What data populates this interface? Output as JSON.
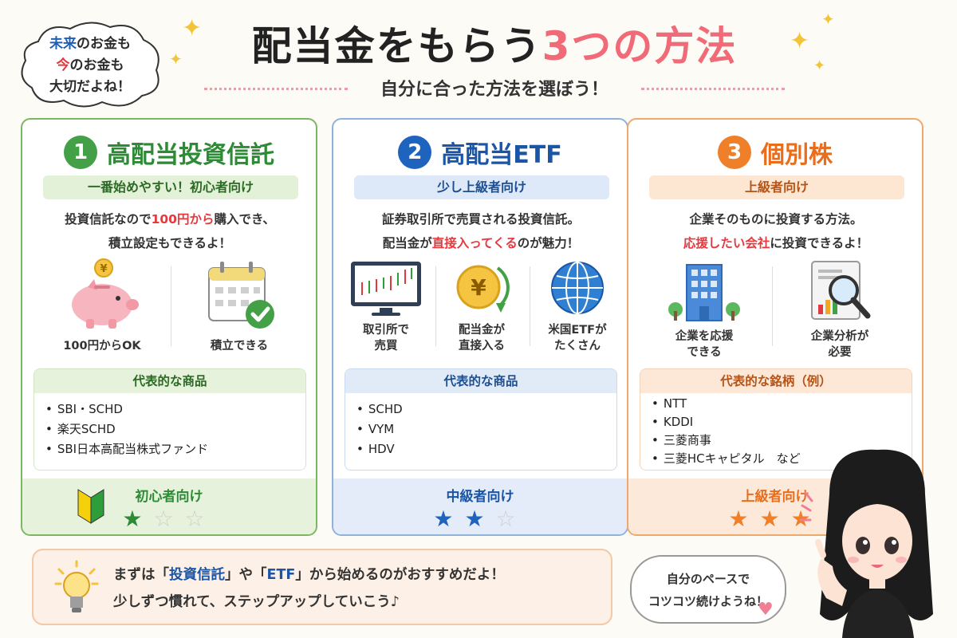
{
  "cloud": {
    "line1_a": "未来",
    "line1_b": "のお金も",
    "line2_a": "今",
    "line2_b": "のお金も",
    "line3": "大切だよね！"
  },
  "title": {
    "main": "配当金をもらう",
    "accent": "3つの方法",
    "subtitle": "自分に合った方法を選ぼう！"
  },
  "colors": {
    "green": "#43a047",
    "blue": "#1e63bd",
    "orange": "#f07f2a",
    "highlight": "#e5393e",
    "title_accent": "#f06a78"
  },
  "cards": [
    {
      "number": "1",
      "title": "高配当投資信託",
      "badge": "一番始めやすい！初心者向け",
      "desc_line1_a": "投資信託なので",
      "desc_line1_hl": "100円から",
      "desc_line1_b": "購入でき、",
      "desc_line2": "積立設定もできるよ！",
      "icons": [
        {
          "icon": "piggy-bank-icon",
          "label": "100円からOK"
        },
        {
          "icon": "calendar-check-icon",
          "label": "積立できる"
        }
      ],
      "products_header": "代表的な商品",
      "products": [
        "SBI・SCHD",
        "楽天SCHD",
        "SBI日本高配当株式ファンド"
      ],
      "level": "初心者向け",
      "stars_filled": 1,
      "stars_total": 3
    },
    {
      "number": "2",
      "title": "高配当ETF",
      "badge": "少し上級者向け",
      "desc_line1": "証券取引所で売買される投資信託。",
      "desc_line2_a": "配当金が",
      "desc_line2_hl": "直接入ってくる",
      "desc_line2_b": "のが魅力！",
      "icons": [
        {
          "icon": "chart-monitor-icon",
          "label1": "取引所で",
          "label2": "売買"
        },
        {
          "icon": "yen-coin-icon",
          "label1": "配当金が",
          "label2": "直接入る"
        },
        {
          "icon": "globe-icon",
          "label1": "米国ETFが",
          "label2": "たくさん"
        }
      ],
      "products_header": "代表的な商品",
      "products": [
        "SCHD",
        "VYM",
        "HDV"
      ],
      "level": "中級者向け",
      "stars_filled": 2,
      "stars_total": 3
    },
    {
      "number": "3",
      "title": "個別株",
      "badge": "上級者向け",
      "desc_line1": "企業そのものに投資する方法。",
      "desc_line2_hl": "応援したい会社",
      "desc_line2_b": "に投資できるよ！",
      "icons": [
        {
          "icon": "building-icon",
          "label1": "企業を応援",
          "label2": "できる"
        },
        {
          "icon": "magnifier-report-icon",
          "label1": "企業分析が",
          "label2": "必要"
        }
      ],
      "products_header": "代表的な銘柄（例）",
      "products": [
        "NTT",
        "KDDI",
        "三菱商事",
        "三菱HCキャピタル　など"
      ],
      "level": "上級者向け",
      "stars_filled": 3,
      "stars_total": 3
    }
  ],
  "tip": {
    "line1_a": "まずは「",
    "line1_kw1": "投資信託",
    "line1_b": "」や「",
    "line1_kw2": "ETF",
    "line1_c": "」から始めるのがおすすめだよ！",
    "line2": "少しずつ慣れて、ステップアップしていこう♪"
  },
  "bubble": {
    "line1": "自分のペースで",
    "line2": "コツコツ続けようね！"
  }
}
